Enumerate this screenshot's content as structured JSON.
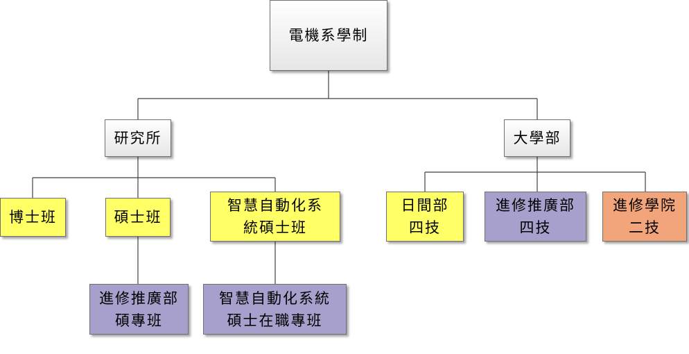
{
  "nodes": {
    "root": {
      "lines": [
        "電機系學制"
      ]
    },
    "graduate": {
      "lines": [
        "研究所"
      ]
    },
    "undergrad": {
      "lines": [
        "大學部"
      ]
    },
    "phd": {
      "lines": [
        "博士班"
      ]
    },
    "masters": {
      "lines": [
        "碩士班"
      ]
    },
    "smart_masters": {
      "lines": [
        "智慧自動化系",
        "統碩士班"
      ]
    },
    "day_4yr": {
      "lines": [
        "日間部",
        "四技"
      ]
    },
    "ext_4yr": {
      "lines": [
        "進修推廣部",
        "四技"
      ]
    },
    "ext_college_2yr": {
      "lines": [
        "進修學院",
        "二技"
      ]
    },
    "ext_masters": {
      "lines": [
        "進修推廣部",
        "碩專班"
      ]
    },
    "smart_inservice": {
      "lines": [
        "智慧自動化系統",
        "碩士在職專班"
      ]
    }
  },
  "colors": {
    "gray": "#e6e6e6",
    "yellow": "#ffff66",
    "purple": "#a8a0cc",
    "orange": "#f2a57a",
    "connector": "#404040"
  }
}
